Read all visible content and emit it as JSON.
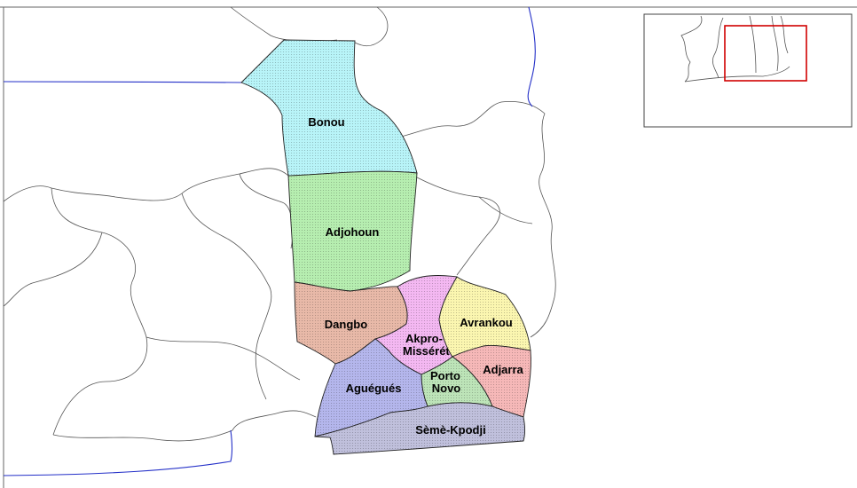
{
  "map": {
    "colors": {
      "background": "#ffffff",
      "border_line": "#2430c8",
      "inset_frame": "#d00000"
    },
    "regions": [
      {
        "id": "bonou",
        "name": "Bonou",
        "fill": "#b8f4f8"
      },
      {
        "id": "adjohoun",
        "name": "Adjohoun",
        "fill": "#b6eeb0"
      },
      {
        "id": "dangbo",
        "name": "Dangbo",
        "fill": "#e8b9a8"
      },
      {
        "id": "akpro",
        "name_line1": "Akpro-",
        "name_line2": "Missérété",
        "fill": "#f4b8f2"
      },
      {
        "id": "avrankou",
        "name": "Avrankou",
        "fill": "#fbf6b0"
      },
      {
        "id": "adjarra",
        "name": "Adjarra",
        "fill": "#f6b8b8"
      },
      {
        "id": "aguegues",
        "name": "Aguégués",
        "fill": "#b4b6ec"
      },
      {
        "id": "porto-novo",
        "name_line1": "Porto",
        "name_line2": "Novo",
        "fill": "#bde4b8"
      },
      {
        "id": "seme-kpodji",
        "name": "Sèmè-Kpodji",
        "fill": "#c0c0dc"
      }
    ]
  }
}
